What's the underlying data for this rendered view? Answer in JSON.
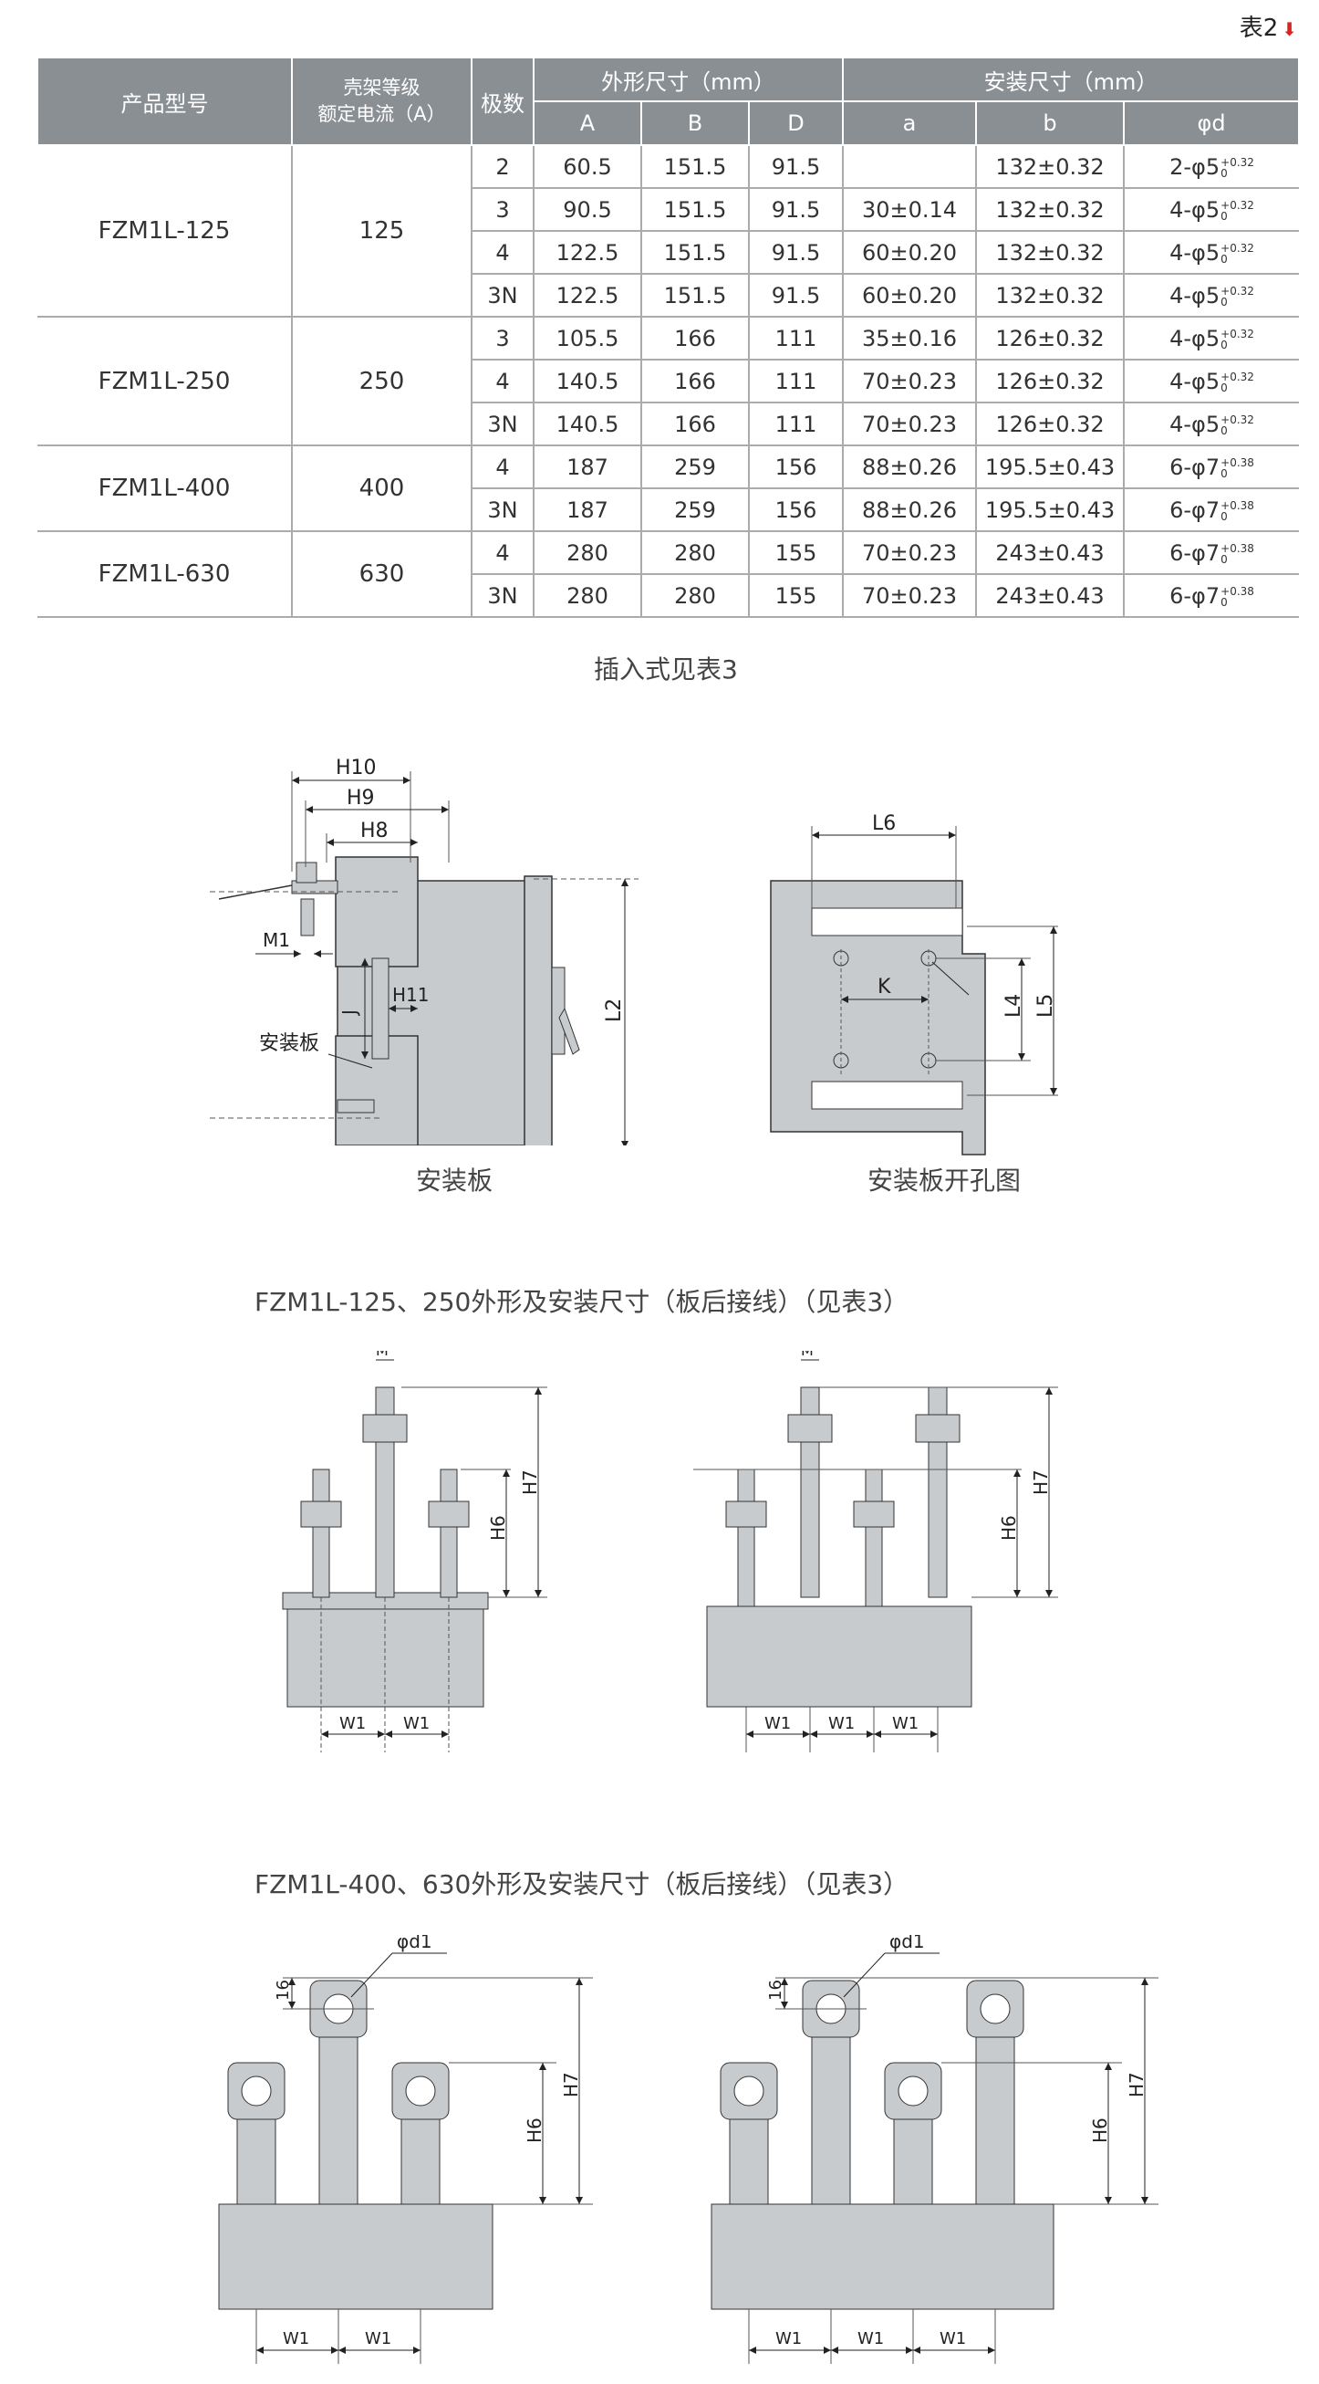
{
  "table_label": "表2",
  "table": {
    "headers": {
      "model": "产品型号",
      "frame_current_line1": "壳架等级",
      "frame_current_line2": "额定电流（A）",
      "poles": "极数",
      "outline": "外形尺寸（mm）",
      "install": "安装尺寸（mm）",
      "A": "A",
      "B": "B",
      "D": "D",
      "a": "a",
      "b": "b",
      "phid": "φd"
    },
    "groups": [
      {
        "model": "FZM1L-125",
        "current": "125",
        "rows": [
          {
            "poles": "2",
            "A": "60.5",
            "B": "151.5",
            "D": "91.5",
            "a": "",
            "b": "132±0.32",
            "d_pre": "2-φ5",
            "d_up": "+0.32",
            "d_lo": "0"
          },
          {
            "poles": "3",
            "A": "90.5",
            "B": "151.5",
            "D": "91.5",
            "a": "30±0.14",
            "b": "132±0.32",
            "d_pre": "4-φ5",
            "d_up": "+0.32",
            "d_lo": "0"
          },
          {
            "poles": "4",
            "A": "122.5",
            "B": "151.5",
            "D": "91.5",
            "a": "60±0.20",
            "b": "132±0.32",
            "d_pre": "4-φ5",
            "d_up": "+0.32",
            "d_lo": "0"
          },
          {
            "poles": "3N",
            "A": "122.5",
            "B": "151.5",
            "D": "91.5",
            "a": "60±0.20",
            "b": "132±0.32",
            "d_pre": "4-φ5",
            "d_up": "+0.32",
            "d_lo": "0"
          }
        ]
      },
      {
        "model": "FZM1L-250",
        "current": "250",
        "rows": [
          {
            "poles": "3",
            "A": "105.5",
            "B": "166",
            "D": "111",
            "a": "35±0.16",
            "b": "126±0.32",
            "d_pre": "4-φ5",
            "d_up": "+0.32",
            "d_lo": "0"
          },
          {
            "poles": "4",
            "A": "140.5",
            "B": "166",
            "D": "111",
            "a": "70±0.23",
            "b": "126±0.32",
            "d_pre": "4-φ5",
            "d_up": "+0.32",
            "d_lo": "0"
          },
          {
            "poles": "3N",
            "A": "140.5",
            "B": "166",
            "D": "111",
            "a": "70±0.23",
            "b": "126±0.32",
            "d_pre": "4-φ5",
            "d_up": "+0.32",
            "d_lo": "0"
          }
        ]
      },
      {
        "model": "FZM1L-400",
        "current": "400",
        "rows": [
          {
            "poles": "4",
            "A": "187",
            "B": "259",
            "D": "156",
            "a": "88±0.26",
            "b": "195.5±0.43",
            "d_pre": "6-φ7",
            "d_up": "+0.38",
            "d_lo": "0"
          },
          {
            "poles": "3N",
            "A": "187",
            "B": "259",
            "D": "156",
            "a": "88±0.26",
            "b": "195.5±0.43",
            "d_pre": "6-φ7",
            "d_up": "+0.38",
            "d_lo": "0"
          }
        ]
      },
      {
        "model": "FZM1L-630",
        "current": "630",
        "rows": [
          {
            "poles": "4",
            "A": "280",
            "B": "280",
            "D": "155",
            "a": "70±0.23",
            "b": "243±0.43",
            "d_pre": "6-φ7",
            "d_up": "+0.38",
            "d_lo": "0"
          },
          {
            "poles": "3N",
            "A": "280",
            "B": "280",
            "D": "155",
            "a": "70±0.23",
            "b": "243±0.43",
            "d_pre": "6-φ7",
            "d_up": "+0.38",
            "d_lo": "0"
          }
        ]
      }
    ]
  },
  "plugin_note": "插入式见表3",
  "diagram1": {
    "labels": {
      "H10": "H10",
      "H9": "H9",
      "H8": "H8",
      "M1": "M1",
      "H11": "H11",
      "J": "J",
      "L2": "L2",
      "plate": "安装板"
    },
    "caption": "安装板"
  },
  "diagram2": {
    "labels": {
      "L6": "L6",
      "K": "K",
      "L4": "L4",
      "L5": "L5"
    },
    "caption": "安装板开孔图"
  },
  "section2_title": "FZM1L-125、250外形及安装尺寸（板后接线）（见表3）",
  "section2_labels": {
    "M": "M",
    "H7": "H7",
    "H6": "H6",
    "W1": "W1"
  },
  "section3_title": "FZM1L-400、630外形及安装尺寸（板后接线）（见表3）",
  "section3_labels": {
    "phid1": "φd1",
    "d16": "16",
    "H7": "H7",
    "H6": "H6",
    "W1": "W1"
  }
}
